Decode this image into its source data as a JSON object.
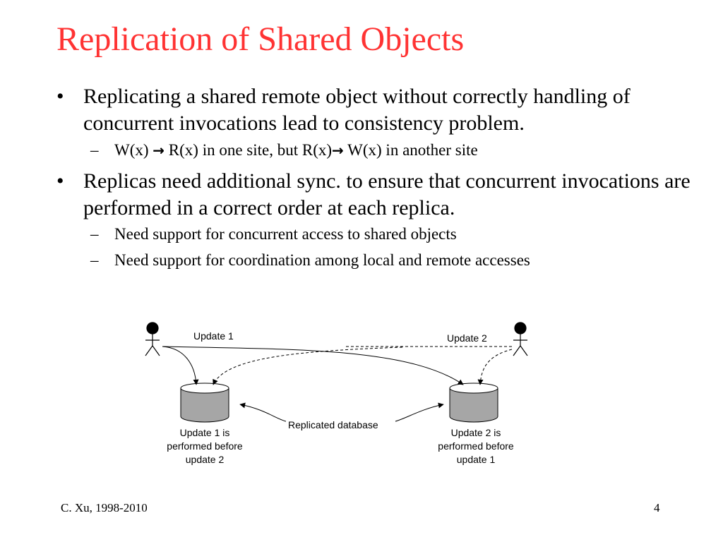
{
  "slide": {
    "title": "Replication of Shared Objects",
    "bullets": [
      {
        "marker": "•",
        "text": "Replicating a shared remote object without correctly handling of concurrent invocations lead to consistency problem.",
        "sub": [
          {
            "marker": "–",
            "part1": "W(x) ",
            "arrow": "→",
            "part2": " R(x) in one site, but R(x)",
            "part3": " W(x) in another site"
          }
        ]
      },
      {
        "marker": "•",
        "text": "Replicas need additional sync. to ensure that concurrent invocations are performed in a correct order at each replica.",
        "sub": [
          {
            "marker": "–",
            "text": "Need support for concurrent access to shared objects"
          },
          {
            "marker": "–",
            "text": "Need support for coordination among local and remote accesses"
          }
        ]
      }
    ]
  },
  "diagram": {
    "update1_label": "Update 1",
    "update2_label": "Update 2",
    "replicated_db_label": "Replicated database",
    "left_caption": [
      "Update 1 is",
      "performed before",
      "update 2"
    ],
    "right_caption": [
      "Update 2 is",
      "performed before",
      "update 1"
    ]
  },
  "footer": {
    "author": "C. Xu, 1998-2010",
    "page_number": "4"
  }
}
